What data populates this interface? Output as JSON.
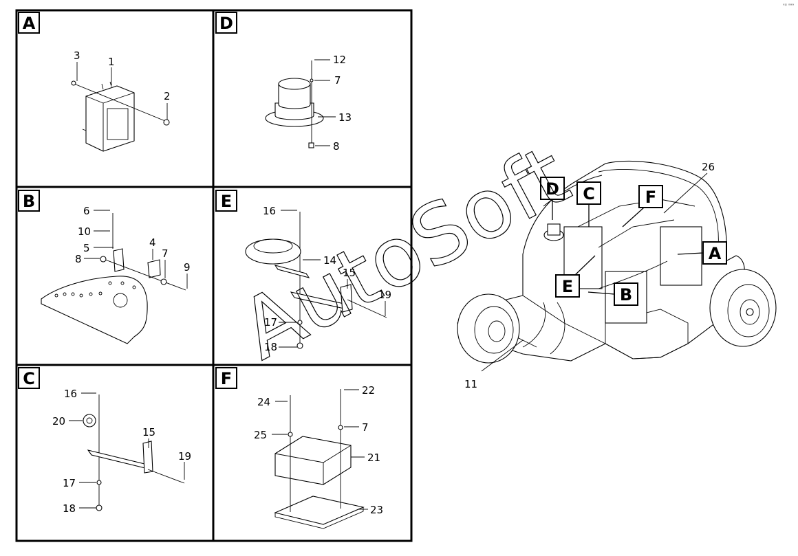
{
  "watermark": "AutoSoft",
  "corner_mark": "ᵉᵍ ᵃᵃᵃ",
  "panels": {
    "A": {
      "letter": "A",
      "callouts": [
        "3",
        "1",
        "2"
      ]
    },
    "B": {
      "letter": "B",
      "callouts": [
        "6",
        "10",
        "5",
        "4",
        "8",
        "7",
        "9"
      ]
    },
    "C": {
      "letter": "C",
      "callouts": [
        "16",
        "20",
        "15",
        "19",
        "17",
        "18"
      ]
    },
    "D": {
      "letter": "D",
      "callouts": [
        "12",
        "7",
        "13",
        "8"
      ]
    },
    "E": {
      "letter": "E",
      "callouts": [
        "16",
        "14",
        "15",
        "19",
        "17",
        "18"
      ]
    },
    "F": {
      "letter": "F",
      "callouts": [
        "24",
        "22",
        "25",
        "7",
        "21",
        "23"
      ]
    }
  },
  "machine": {
    "markers": [
      "D",
      "C",
      "F",
      "A",
      "E",
      "B"
    ],
    "callouts": [
      "26",
      "11"
    ]
  }
}
